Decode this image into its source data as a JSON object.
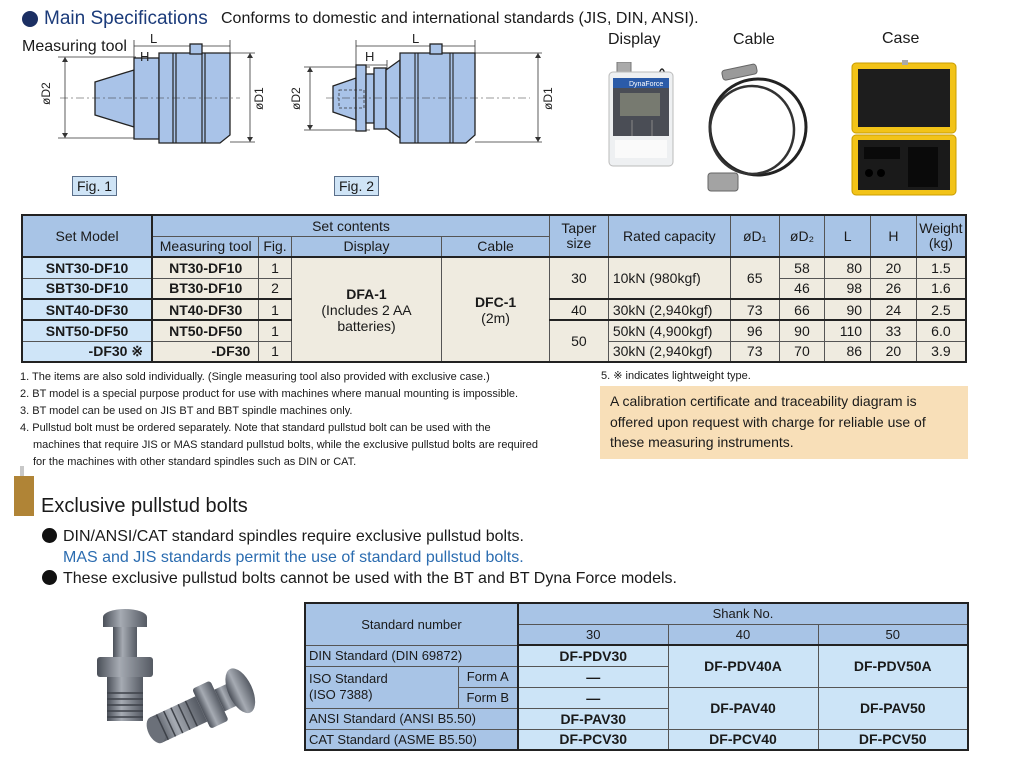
{
  "header": {
    "title": "Main Specifications",
    "subtitle": "Conforms to domestic and international standards (JIS, DIN, ANSI)."
  },
  "figures": {
    "measuring_tool_label": "Measuring tool",
    "fig1_label": "Fig. 1",
    "fig2_label": "Fig. 2",
    "dim_L": "L",
    "dim_H": "H",
    "dim_D1": "øD1",
    "dim_D2": "øD2",
    "display_label": "Display",
    "cable_label": "Cable",
    "case_label": "Case",
    "display_brand": "DynaForce"
  },
  "spec_table": {
    "headers": {
      "set_model": "Set Model",
      "set_contents": "Set contents",
      "measuring_tool": "Measuring tool",
      "fig": "Fig.",
      "display": "Display",
      "cable": "Cable",
      "taper_size": "Taper size",
      "rated_capacity": "Rated capacity",
      "d1": "øD₁",
      "d2": "øD₂",
      "L": "L",
      "H": "H",
      "weight": "Weight (kg)"
    },
    "display_model": "DFA-1",
    "display_note": "(Includes 2 AA batteries)",
    "cable_model": "DFC-1",
    "cable_note": "(2m)",
    "rows": [
      {
        "set_model": "SNT30-DF10",
        "tool": "NT30-DF10",
        "fig": "1",
        "taper": "30",
        "capacity": "10kN (980kgf)",
        "d1": "65",
        "d2": "58",
        "L": "80",
        "H": "20",
        "weight": "1.5"
      },
      {
        "set_model": "SBT30-DF10",
        "tool": "BT30-DF10",
        "fig": "2",
        "taper": "30",
        "capacity": "10kN (980kgf)",
        "d1": "65",
        "d2": "46",
        "L": "98",
        "H": "26",
        "weight": "1.6"
      },
      {
        "set_model": "SNT40-DF30",
        "tool": "NT40-DF30",
        "fig": "1",
        "taper": "40",
        "capacity": "30kN (2,940kgf)",
        "d1": "73",
        "d2": "66",
        "L": "90",
        "H": "24",
        "weight": "2.5"
      },
      {
        "set_model": "SNT50-DF50",
        "tool": "NT50-DF50",
        "fig": "1",
        "taper": "50",
        "capacity": "50kN (4,900kgf)",
        "d1": "96",
        "d2": "90",
        "L": "110",
        "H": "33",
        "weight": "6.0"
      },
      {
        "set_model": "-DF30 ※",
        "tool": "-DF30",
        "fig": "1",
        "taper": "50",
        "capacity": "30kN (2,940kgf)",
        "d1": "73",
        "d2": "70",
        "L": "86",
        "H": "20",
        "weight": "3.9"
      }
    ]
  },
  "notes": [
    "1. The items are also sold individually. (Single measuring tool also provided with exclusive case.)",
    "2. BT model is a special purpose product for use with machines where manual mounting is impossible.",
    "3. BT model can be used on JIS BT and BBT spindle machines only.",
    "4. Pullstud bolt must be ordered separately. Note that standard pullstud bolt can be used with the",
    "machines that require JIS or MAS standard pullstud bolts, while the exclusive pullstud bolts are required",
    "for the machines with other standard spindles such as DIN or CAT.",
    "5. ※ indicates lightweight type."
  ],
  "calibration_box": "A calibration certificate and traceability diagram is offered upon request with charge for reliable use of these measuring instruments.",
  "pullstud": {
    "title": "Exclusive pullstud bolts",
    "bullet1": "DIN/ANSI/CAT standard spindles require exclusive pullstud bolts.",
    "bullet1_sub": "MAS and JIS standards permit the use of standard pullstud bolts.",
    "bullet2": "These exclusive pullstud bolts cannot be used with the BT and BT Dyna Force models.",
    "table": {
      "standard_number": "Standard number",
      "shank_no": "Shank No.",
      "shanks": [
        "30",
        "40",
        "50"
      ],
      "din": "DIN Standard (DIN 69872)",
      "iso": "ISO Standard",
      "iso_num": "(ISO 7388)",
      "form_a": "Form A",
      "form_b": "Form B",
      "ansi": "ANSI Standard (ANSI B5.50)",
      "cat": "CAT Standard (ASME B5.50)",
      "din_30": "DF-PDV30",
      "din_40": "DF-PDV40A",
      "din_50": "DF-PDV50A",
      "iso_a_30": "—",
      "iso_b_30": "—",
      "pav_40": "DF-PAV40",
      "pav_50": "DF-PAV50",
      "ansi_30": "DF-PAV30",
      "cat_30": "DF-PCV30",
      "cat_40": "DF-PCV40",
      "cat_50": "DF-PCV50"
    }
  }
}
